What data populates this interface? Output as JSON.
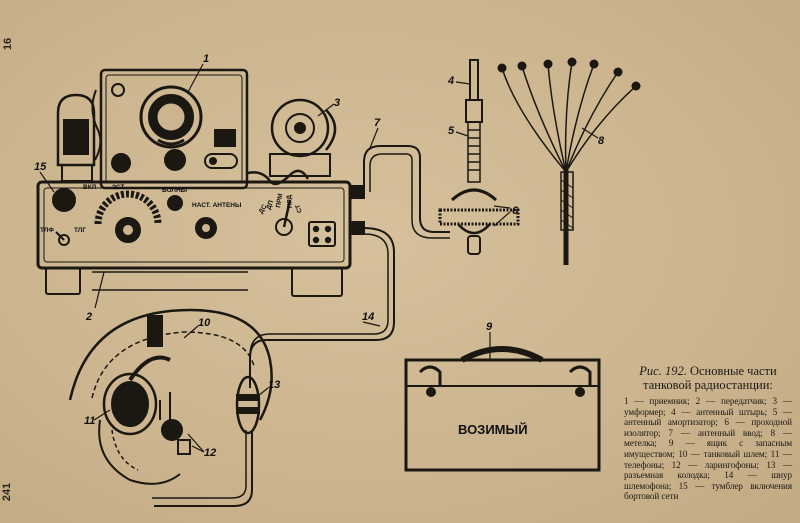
{
  "page_numbers": {
    "top": "16",
    "bottom": "241"
  },
  "figure": {
    "callouts": [
      "1",
      "2",
      "3",
      "4",
      "5",
      "6",
      "7",
      "8",
      "9",
      "10",
      "11",
      "12",
      "13",
      "14",
      "15"
    ],
    "panel_labels": {
      "vv": "ВКЛ",
      "st": "ЗСТ",
      "volny": "ВОЛНЫ",
      "nast_anteny": "НАСТ. АНТЕНЫ",
      "tlf": "ТЛФ",
      "tlg": "ТЛГ",
      "mode_ds": "ДС",
      "mode_dp": "ДП",
      "mode_prm": "ПРМ",
      "mode_prd": "ПРД",
      "mode_st": "СТ"
    },
    "case_label": "ВОЗИМЫЙ"
  },
  "caption": {
    "fig_label": "Рис. 192.",
    "title": "Основные части танковой радиостанции:",
    "body": "1 — приемник; 2 — передатчик; 3 — умформер; 4 — антенный штырь; 5 — антенный амортизатор; 6 — проходной изолятор; 7 — антенный ввод; 8 — метелка; 9 — ящик с запасным имуществом; 10 — танковый шлем; 11 — телефоны; 12 — ларингофоны; 13 — разъемная колодка; 14 — шнур шлемофона; 15 — тумблер включения бортовой сети"
  }
}
